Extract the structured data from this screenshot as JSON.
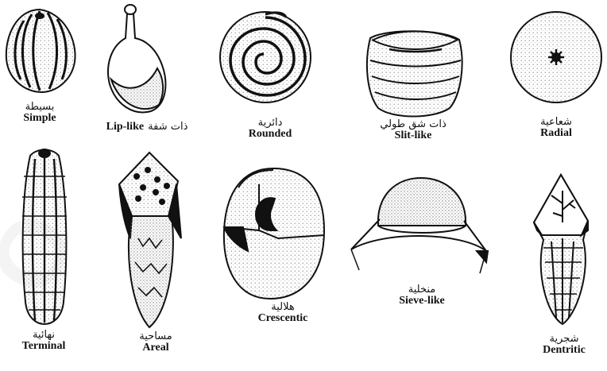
{
  "figure": {
    "items": [
      {
        "key": "simple",
        "arabic": "بسيطة",
        "english": "Simple"
      },
      {
        "key": "lip-like",
        "arabic": "ذات شفة",
        "english": "Lip-like"
      },
      {
        "key": "rounded",
        "arabic": "دائرية",
        "english": "Rounded"
      },
      {
        "key": "slit-like",
        "arabic": "ذات شق طولي",
        "english": "Slit-like"
      },
      {
        "key": "radial",
        "arabic": "شعاعية",
        "english": "Radial"
      },
      {
        "key": "terminal",
        "arabic": "نهائية",
        "english": "Terminal"
      },
      {
        "key": "areal",
        "arabic": "مساحية",
        "english": "Areal"
      },
      {
        "key": "crescentic",
        "arabic": "هلالية",
        "english": "Crescentic"
      },
      {
        "key": "sieve-like",
        "arabic": "منخلية",
        "english": "Sieve-like"
      },
      {
        "key": "dentritic",
        "arabic": "شجرية",
        "english": "Dentritic"
      }
    ],
    "colors": {
      "ink": "#111111",
      "stipple": "#9a9a9a",
      "background": "#ffffff"
    }
  }
}
